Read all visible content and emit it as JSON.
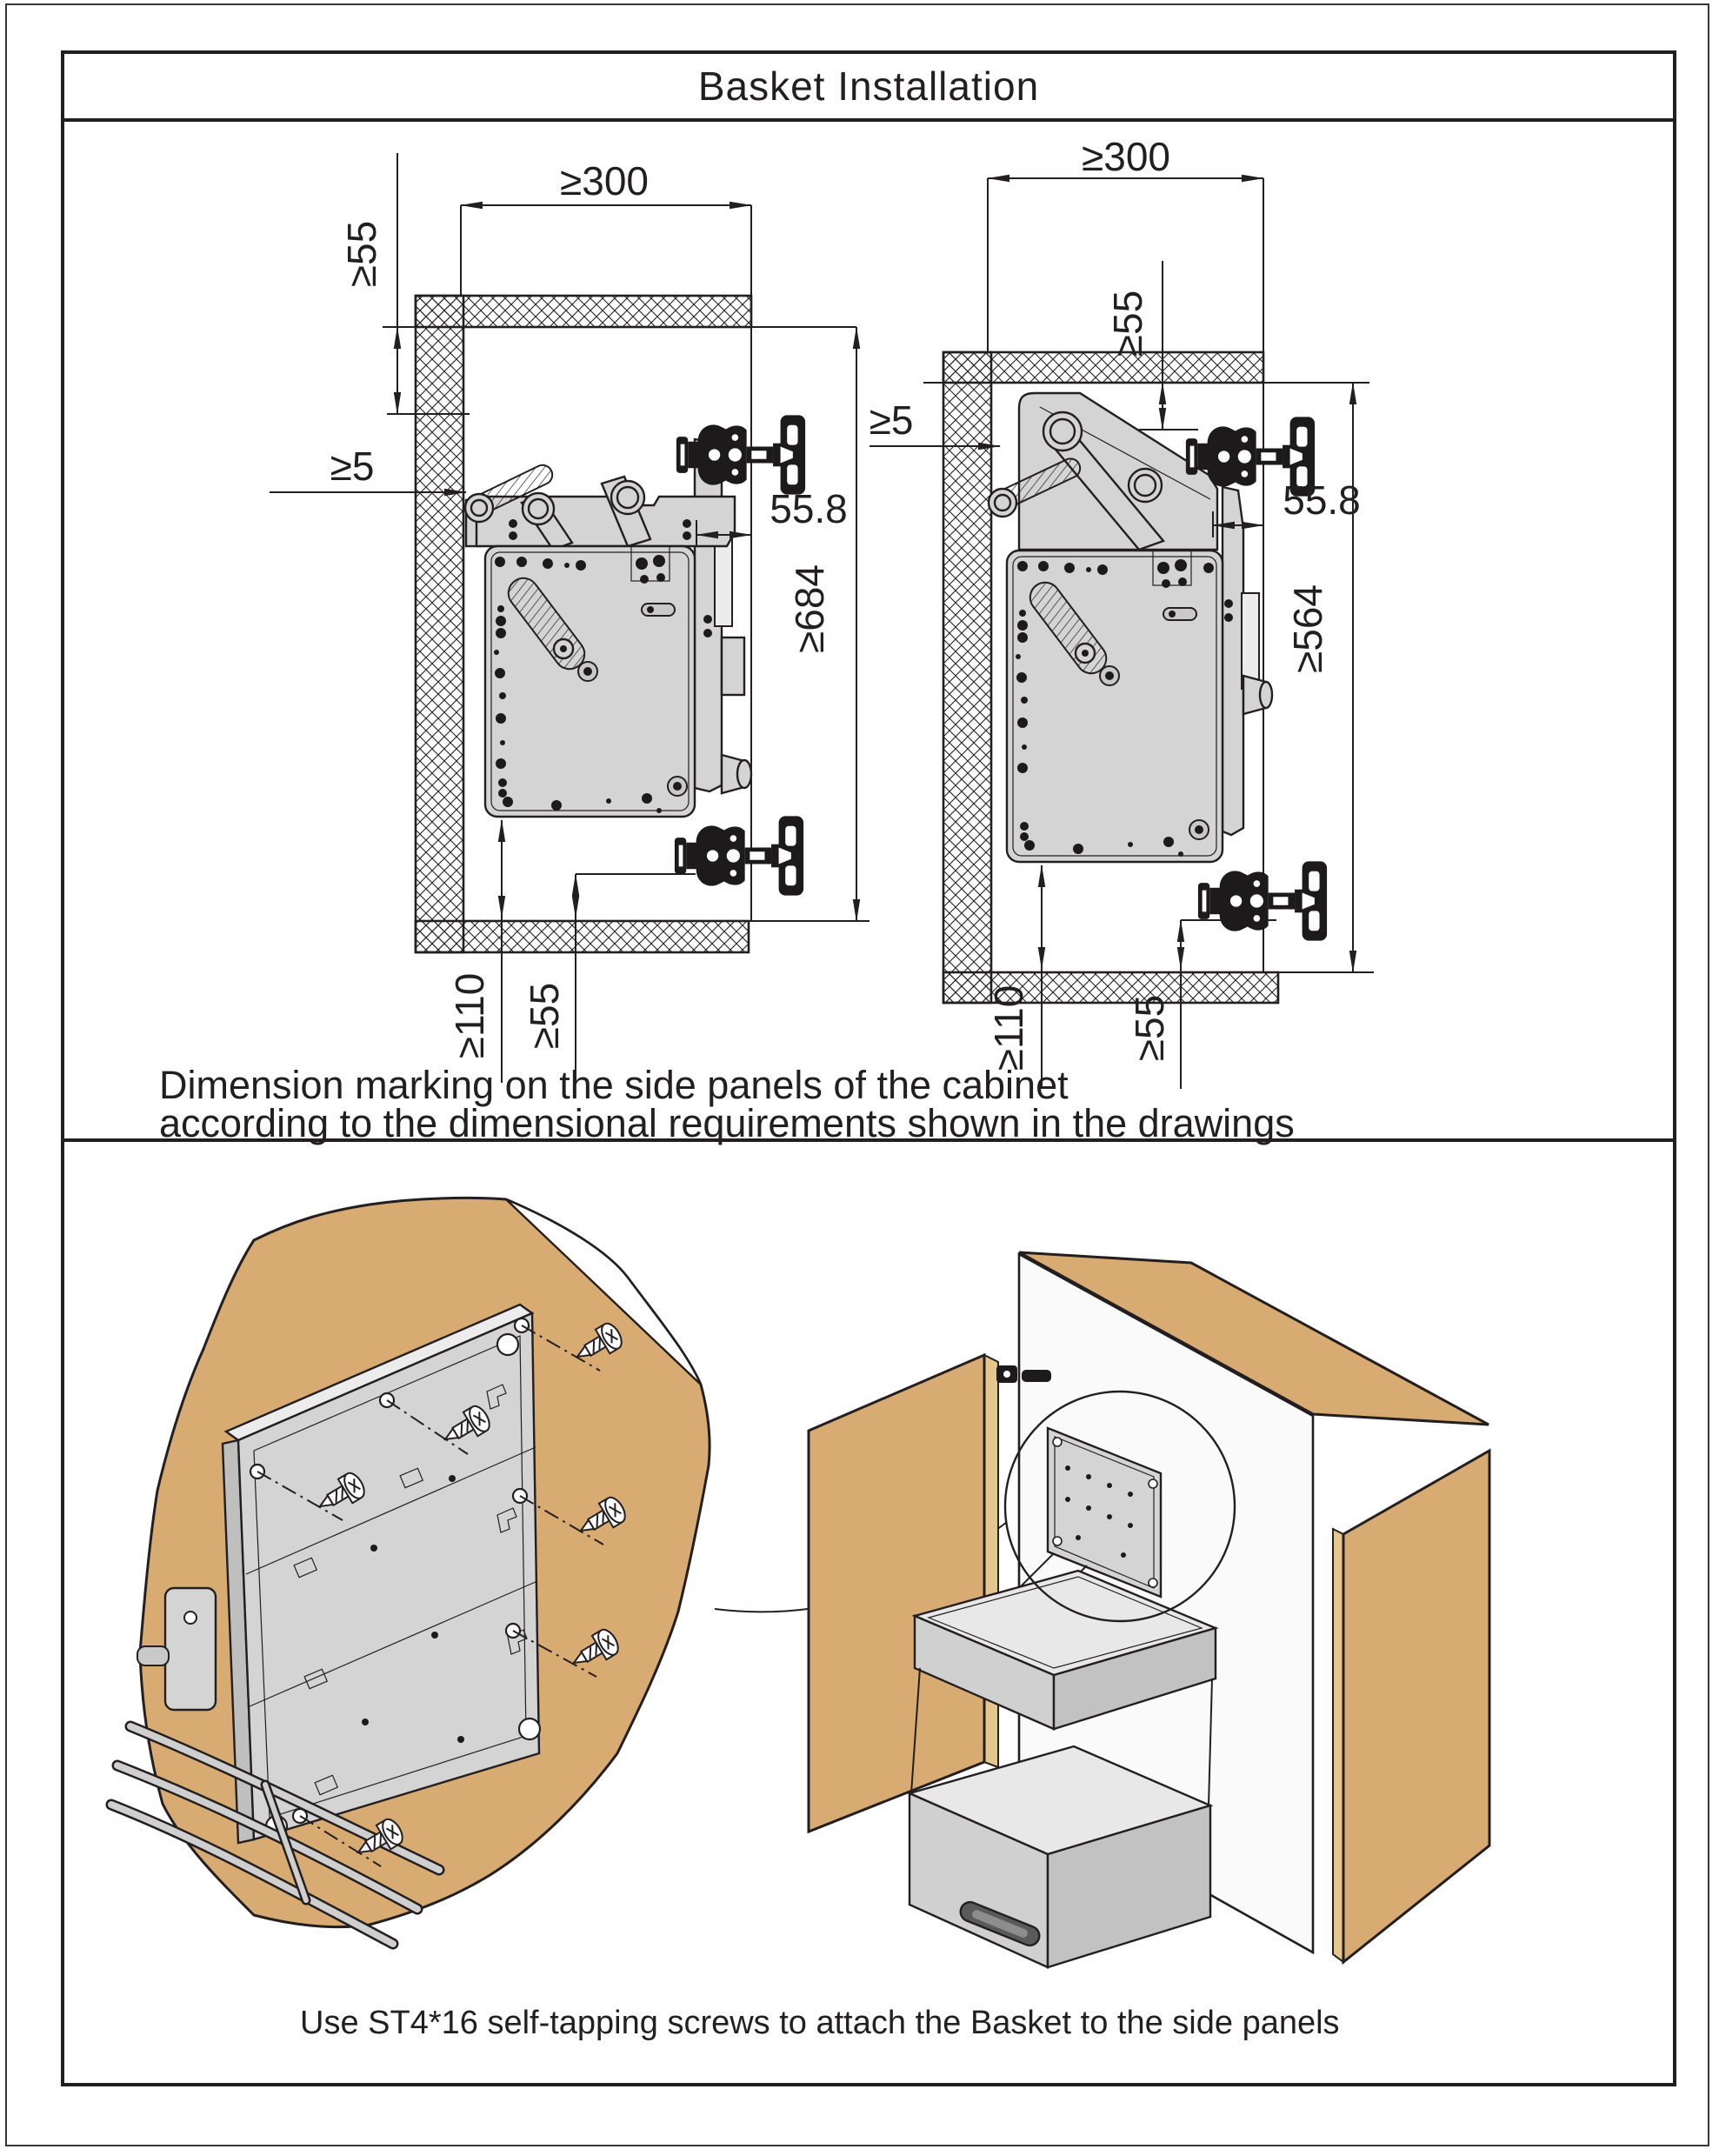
{
  "title": "Basket Installation",
  "captions": {
    "middle_line1": "Dimension marking on the side panels of the cabinet",
    "middle_line2": "according to the dimensional requirements shown in the drawings",
    "bottom": "Use ST4*16 self-tapping screws to attach the Basket to the side panels"
  },
  "drawings": {
    "left": {
      "width_min": "≥300",
      "top_offset": "≥55",
      "side_gap": "≥5",
      "hinge_plate_offset": "55.8",
      "height_min": "≥684",
      "bottom_offset": "≥110",
      "bottom_hinge_offset": "≥55"
    },
    "right": {
      "width_min": "≥300",
      "top_offset": "≥55",
      "side_gap": "≥5",
      "hinge_plate_offset": "55.8",
      "height_min": "≥564",
      "bottom_offset": "≥110",
      "bottom_hinge_offset": "≥55"
    }
  },
  "colors": {
    "line": "#231f20",
    "wood": "#d8ab72",
    "metal": "#d4d4d4",
    "paper": "#ffffff"
  }
}
